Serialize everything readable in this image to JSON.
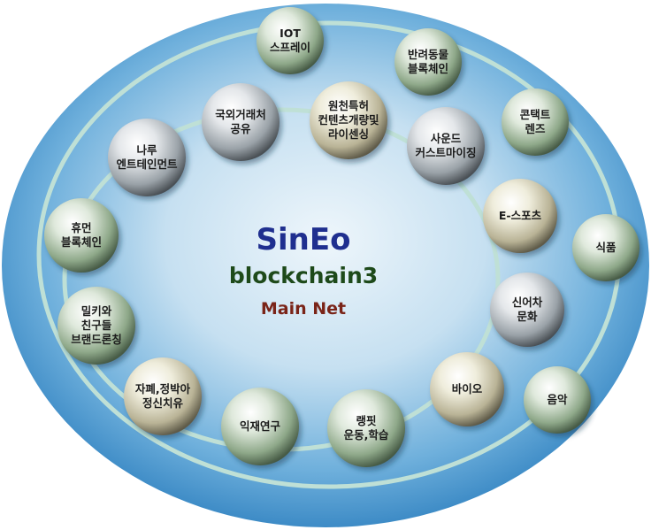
{
  "center": {
    "title": "SinEo",
    "subtitle": "blockchain3",
    "network": "Main Net"
  },
  "outer_ring": [
    {
      "id": "iot",
      "lines": [
        "IOT",
        "스프레이"
      ],
      "tone": "green"
    },
    {
      "id": "pet-blockchain",
      "lines": [
        "반려동물",
        "블록체인"
      ],
      "tone": "green"
    },
    {
      "id": "contact-lens",
      "lines": [
        "콘택트",
        "렌즈"
      ],
      "tone": "green"
    },
    {
      "id": "food",
      "lines": [
        "식품"
      ],
      "tone": "green"
    },
    {
      "id": "music",
      "lines": [
        "음악"
      ],
      "tone": "green"
    }
  ],
  "inner_ring": [
    {
      "id": "patent-content",
      "lines": [
        "원천특허",
        "컨텐츠개량및",
        "라이센싱"
      ],
      "tone": "cream"
    },
    {
      "id": "sound-custom",
      "lines": [
        "사운드",
        "커스트마이징"
      ],
      "tone": "gray"
    },
    {
      "id": "e-sports",
      "lines": [
        "E-스포츠"
      ],
      "tone": "cream"
    },
    {
      "id": "sineo-culture",
      "lines": [
        "신어차",
        "문화"
      ],
      "tone": "gray"
    },
    {
      "id": "bio",
      "lines": [
        "바이오"
      ],
      "tone": "cream"
    },
    {
      "id": "rankpit",
      "lines": [
        "랭핏",
        "운동,학습"
      ],
      "tone": "green"
    },
    {
      "id": "medical-research",
      "lines": [
        "익재연구"
      ],
      "tone": "green"
    },
    {
      "id": "autism-healing",
      "lines": [
        "자폐,정박아",
        "정신치유"
      ],
      "tone": "cream"
    },
    {
      "id": "mealkit-branding",
      "lines": [
        "밀키와",
        "친구들",
        "브랜드론칭"
      ],
      "tone": "green"
    },
    {
      "id": "human-blockchain",
      "lines": [
        "휴먼",
        "블록체인"
      ],
      "tone": "green"
    },
    {
      "id": "naru-entertainment",
      "lines": [
        "나루",
        "엔트테인먼트"
      ],
      "tone": "gray"
    },
    {
      "id": "intl-trade",
      "lines": [
        "국외거래처",
        "공유"
      ],
      "tone": "gray"
    }
  ]
}
